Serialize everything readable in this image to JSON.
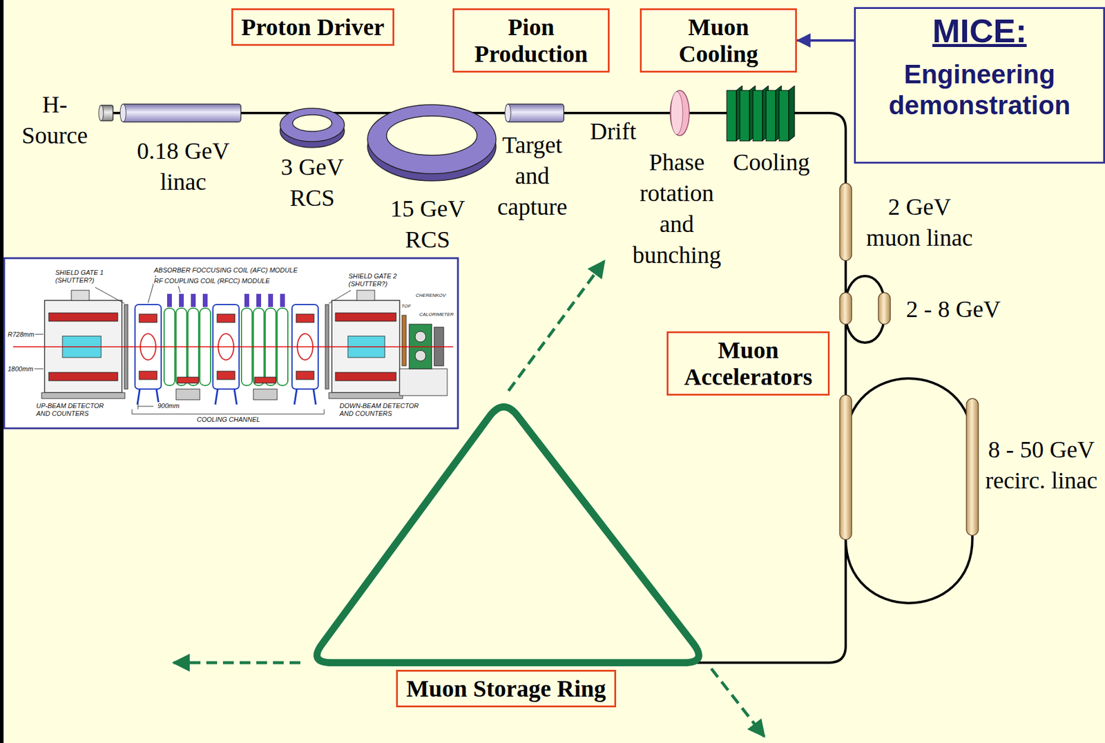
{
  "diagram": {
    "nodes": [
      {
        "text": [
          "Proton Driver"
        ]
      },
      {
        "text": [
          "Pion Production"
        ]
      },
      {
        "text": [
          "Muon Cooling"
        ]
      },
      {
        "text": [
          "MICE:",
          "Engineering demonstration"
        ]
      },
      {
        "text": [
          "Muon Accelerators"
        ]
      },
      {
        "text": [
          "Muon Storage Ring"
        ]
      }
    ],
    "edges": [
      {
        "from": 3,
        "to": 2,
        "arrow": "to"
      }
    ],
    "labels": [
      "H- Source",
      "0.18 GeV linac",
      "3 GeV RCS",
      "15 GeV RCS",
      "Target and capture",
      "Drift",
      "Phase rotation and bunching",
      "Cooling",
      "2 GeV muon linac",
      "2 - 8 GeV",
      "8 - 50 GeV recirc. linac",
      "SHIELD GATE 1 (SHUTTER?)",
      "ABSORBER FOCCUSING COIL (AFC) MODULE",
      "RF COUPLING COIL (RFCC) MODULE",
      "SHIELD GATE 2 (SHUTTER?)",
      "TOF",
      "CHERENKOV",
      "CALORIMETER",
      "R728mm",
      "1800mm",
      "UP-BEAM DETECTOR AND COUNTERS",
      "900mm",
      "COOLING CHANNEL",
      "DOWN-BEAM DETECTOR AND COUNTERS"
    ]
  }
}
